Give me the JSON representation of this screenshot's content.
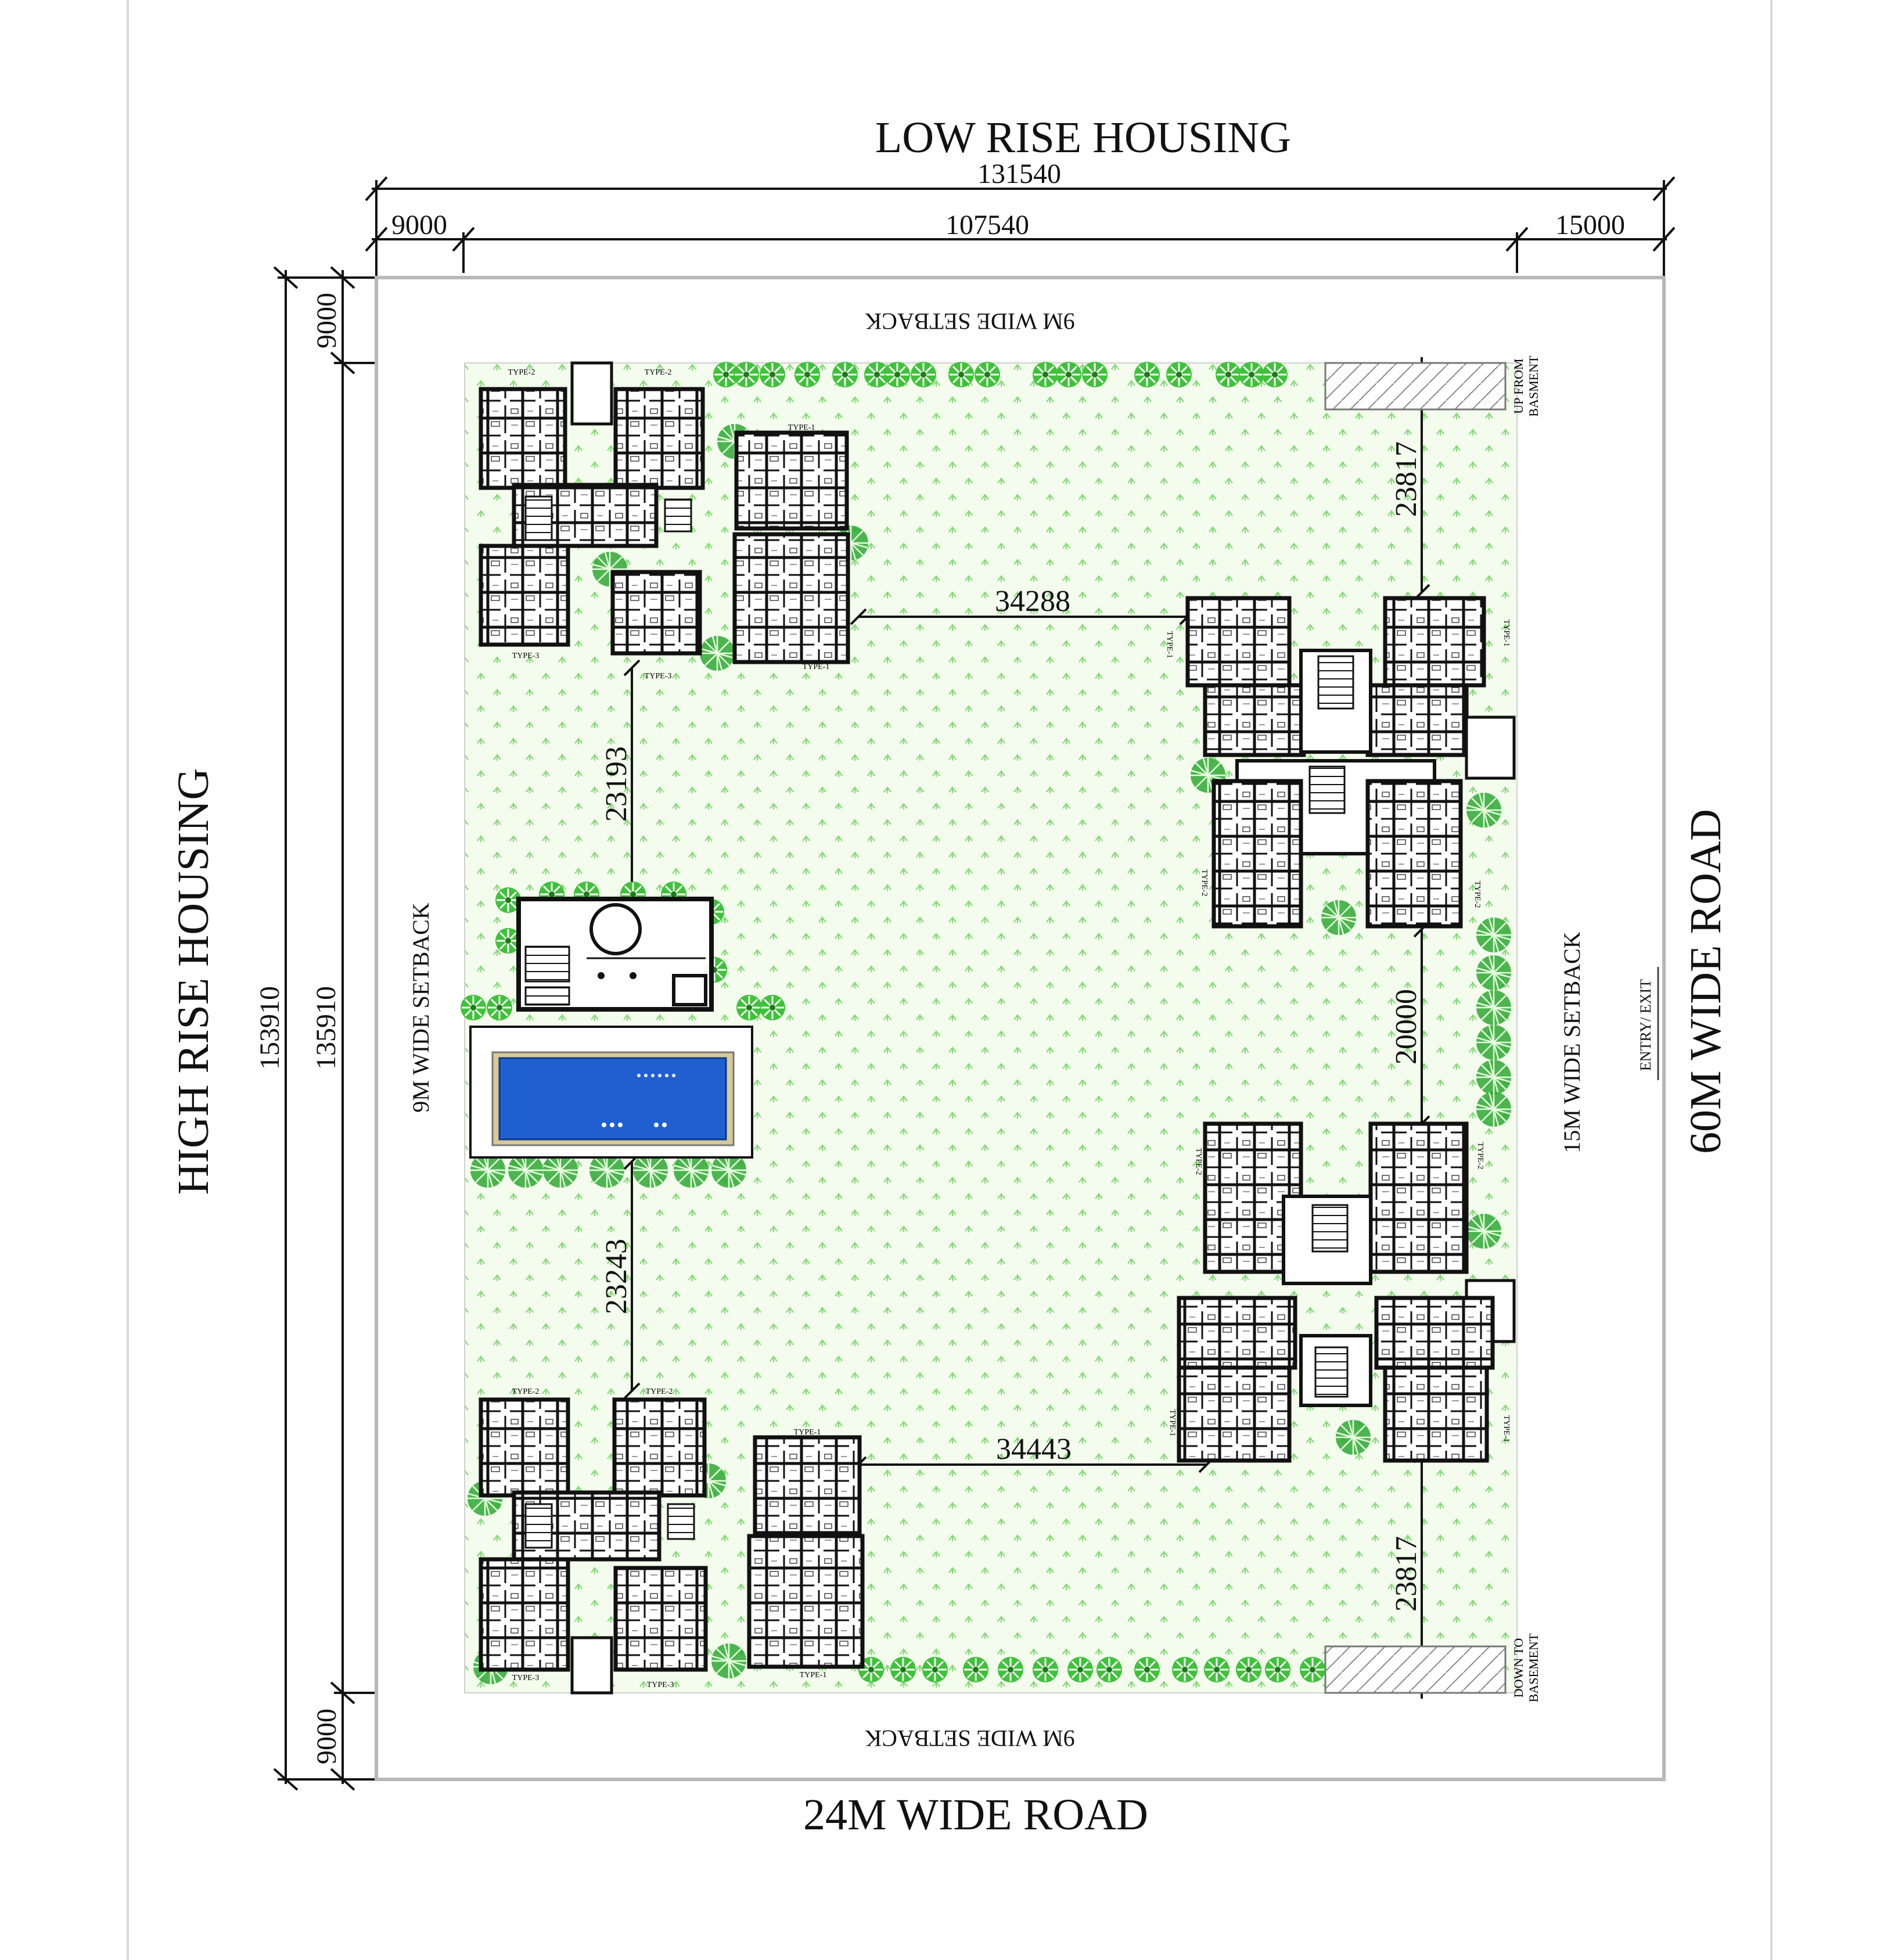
{
  "labels": {
    "top_neighbor": "LOW RISE HOUSING",
    "left_neighbor": "HIGH RISE HOUSING",
    "bottom_road": "24M WIDE ROAD",
    "right_road": "60M WIDE ROAD",
    "top_setback": "9M WIDE SETBACK",
    "bottom_setback": "9M WIDE SETBACK",
    "left_setback": "9M WIDE SETBACK",
    "right_setback": "15M WIDE SETBACK",
    "entry_exit": "ENTRY/ EXIT",
    "ramp_up": [
      "UP FROM",
      "BASMENT"
    ],
    "ramp_down": [
      "DOWN TO",
      "BASEMENT"
    ]
  },
  "dimensions": {
    "overall_width": "131540",
    "left_setback_width": "9000",
    "inner_width": "107540",
    "right_setback_width": "15000",
    "overall_depth": "153910",
    "inner_depth": "135910",
    "top_setback_depth": "9000",
    "bottom_setback_depth": "9000",
    "gap_top_blocks": "34288",
    "gap_bottom_blocks": "34443",
    "gap_left_top": "23193",
    "gap_left_bottom": "23243",
    "gap_right_middle": "20000",
    "gap_right_top": "23817",
    "gap_right_bottom": "23817"
  },
  "unit_types": {
    "type1": "TYPE-1",
    "type2": "TYPE-2",
    "type3": "TYPE-3"
  },
  "colors": {
    "site_green": "#e4fbd6",
    "tree_green": "#3fc23a",
    "pool_blue": "#1f5fd0",
    "lines": "#111111"
  }
}
